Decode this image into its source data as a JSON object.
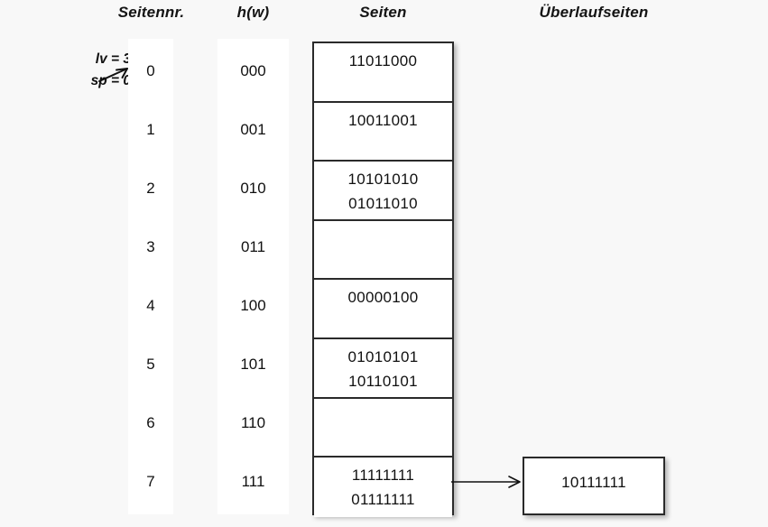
{
  "headers": {
    "seitennr": "Seitennr.",
    "hw": "h(w)",
    "seiten": "Seiten",
    "ueberlaufseiten": "Überlaufseiten"
  },
  "annotation": {
    "lv": "lv = 3",
    "sp": "sp = 0",
    "arrow_icon": "arrow-pointer-icon"
  },
  "colors": {
    "background": "#f8f8f8",
    "band": "#ffffff",
    "border": "#2a2a2a",
    "text": "#111111"
  },
  "rows": [
    {
      "seitennr": "0",
      "hw": "000",
      "entries": [
        "11011000"
      ]
    },
    {
      "seitennr": "1",
      "hw": "001",
      "entries": [
        "10011001"
      ]
    },
    {
      "seitennr": "2",
      "hw": "010",
      "entries": [
        "10101010",
        "01011010"
      ]
    },
    {
      "seitennr": "3",
      "hw": "011",
      "entries": []
    },
    {
      "seitennr": "4",
      "hw": "100",
      "entries": [
        "00000100"
      ]
    },
    {
      "seitennr": "5",
      "hw": "101",
      "entries": [
        "01010101",
        "10110101"
      ]
    },
    {
      "seitennr": "6",
      "hw": "110",
      "entries": []
    },
    {
      "seitennr": "7",
      "hw": "111",
      "entries": [
        "11111111",
        "01111111"
      ]
    }
  ],
  "overflow": {
    "entry": "10111111",
    "source_row": "7",
    "connector_icon": "arrow-right-icon"
  }
}
